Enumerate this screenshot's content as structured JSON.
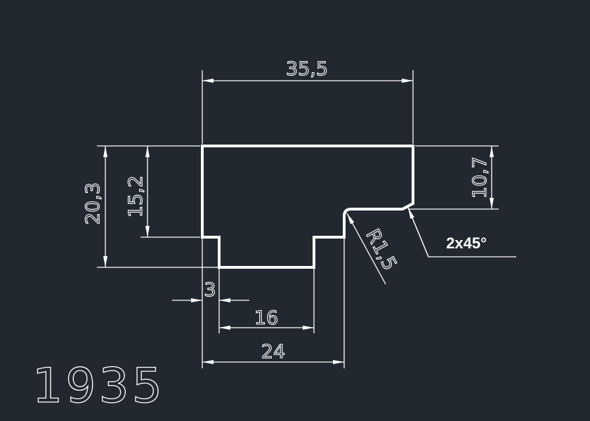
{
  "drawing": {
    "part_number": "1935",
    "dimensions": {
      "overall_width": "35,5",
      "overall_height": "20,3",
      "left_height": "15,2",
      "right_height": "10,7",
      "step_width": "3",
      "bottom_width": "16",
      "lower_width": "24",
      "radius": "R1,5",
      "chamfer": "2x45°"
    },
    "colors": {
      "background": "#212830",
      "lines": "#ffffff"
    }
  }
}
